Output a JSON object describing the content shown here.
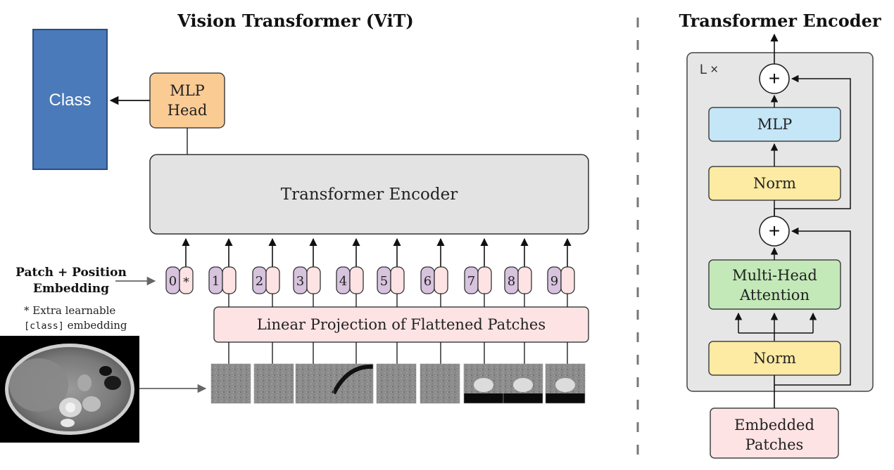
{
  "vit": {
    "title": "Vision Transformer (ViT)",
    "class_label": "Class",
    "mlp_head_line1": "MLP",
    "mlp_head_line2": "Head",
    "encoder_label": "Transformer Encoder",
    "embedding_label_line1": "Patch + Position",
    "embedding_label_line2": "Embedding",
    "extra_note_line1": "* Extra learnable",
    "extra_note_prefix": "[class]",
    "extra_note_suffix": " embedding",
    "linear_projection_label": "Linear Projection of Flattened Patches",
    "tokens": [
      "0",
      "1",
      "2",
      "3",
      "4",
      "5",
      "6",
      "7",
      "8",
      "9"
    ],
    "class_token_symbol": "*"
  },
  "encoder_detail": {
    "title": "Transformer Encoder",
    "repeat_label": "L ×",
    "mlp_label": "MLP",
    "norm_label": "Norm",
    "attention_line1": "Multi-Head",
    "attention_line2": "Attention",
    "plus_symbol": "+",
    "embedded_line1": "Embedded",
    "embedded_line2": "Patches"
  },
  "colors": {
    "class_box": "#4a7ab9",
    "mlp_head": "#fbcb94",
    "encoder_gray": "#e3e3e3",
    "token_purple": "#d7c3de",
    "token_pink": "#fde3e4",
    "projection_pink": "#fde3e4",
    "mlp_blue": "#c4e6f7",
    "norm_yellow": "#fdeaa3",
    "attention_green": "#c3e9b8",
    "embedded_pink": "#fde3e4"
  },
  "icons": {
    "ct_scan": "ct-scan-image",
    "patches": "ct-patch-thumbnail"
  }
}
